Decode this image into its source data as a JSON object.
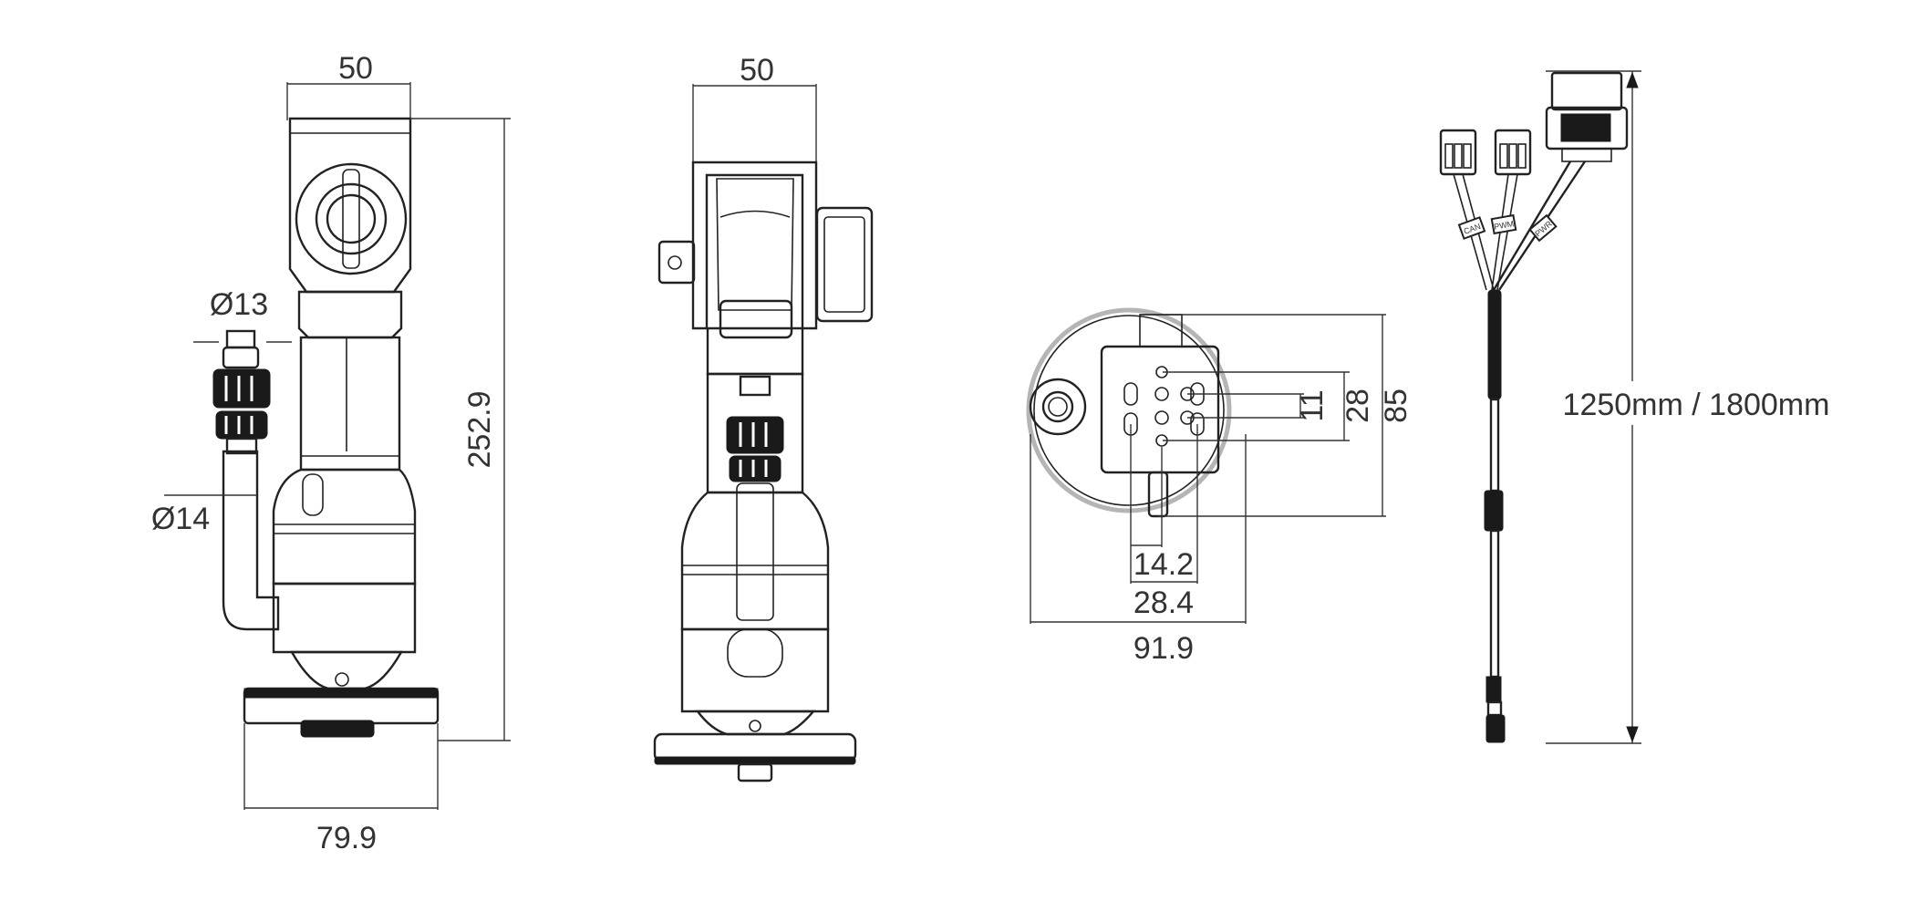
{
  "side_view": {
    "top_width": "50",
    "connector_diameter_top": "Ø13",
    "connector_diameter_bottom": "Ø14",
    "height": "252.9",
    "base_width": "79.9"
  },
  "front_view": {
    "top_width": "50"
  },
  "bottom_view": {
    "hole_spacing_small": "11",
    "hole_spacing_mid": "28",
    "total_height": "85",
    "hole_spacing_h1": "14.2",
    "hole_spacing_h2": "28.4",
    "total_width": "91.9"
  },
  "cable": {
    "length": "1250mm / 1800mm",
    "label_can": "CAN",
    "label_pwm": "PWM",
    "label_pwr": "PWR"
  },
  "colors": {
    "line": "#222222",
    "text": "#333333",
    "ring": "#b5b5b5"
  }
}
